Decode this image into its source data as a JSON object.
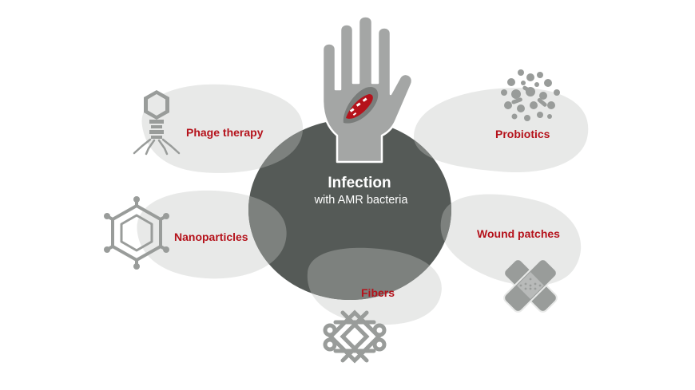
{
  "diagram": {
    "center": {
      "title": "Infection",
      "subtitle": "with AMR bacteria"
    },
    "strategies": [
      {
        "label": "Phage therapy",
        "icon": "bacteriophage-icon"
      },
      {
        "label": "Probiotics",
        "icon": "probiotic-cluster-icon"
      },
      {
        "label": "Nanoparticles",
        "icon": "nanoparticle-lattice-icon"
      },
      {
        "label": "Wound patches",
        "icon": "bandage-icon"
      },
      {
        "label": "Fibers",
        "icon": "woven-fiber-icon"
      }
    ],
    "center_icon": "infected-hand-icon",
    "colors": {
      "label": "#b5121b",
      "blob": "#e8e9e8",
      "center": "#555a57",
      "icon": "#999c9a",
      "wound": "#b5121b"
    }
  }
}
